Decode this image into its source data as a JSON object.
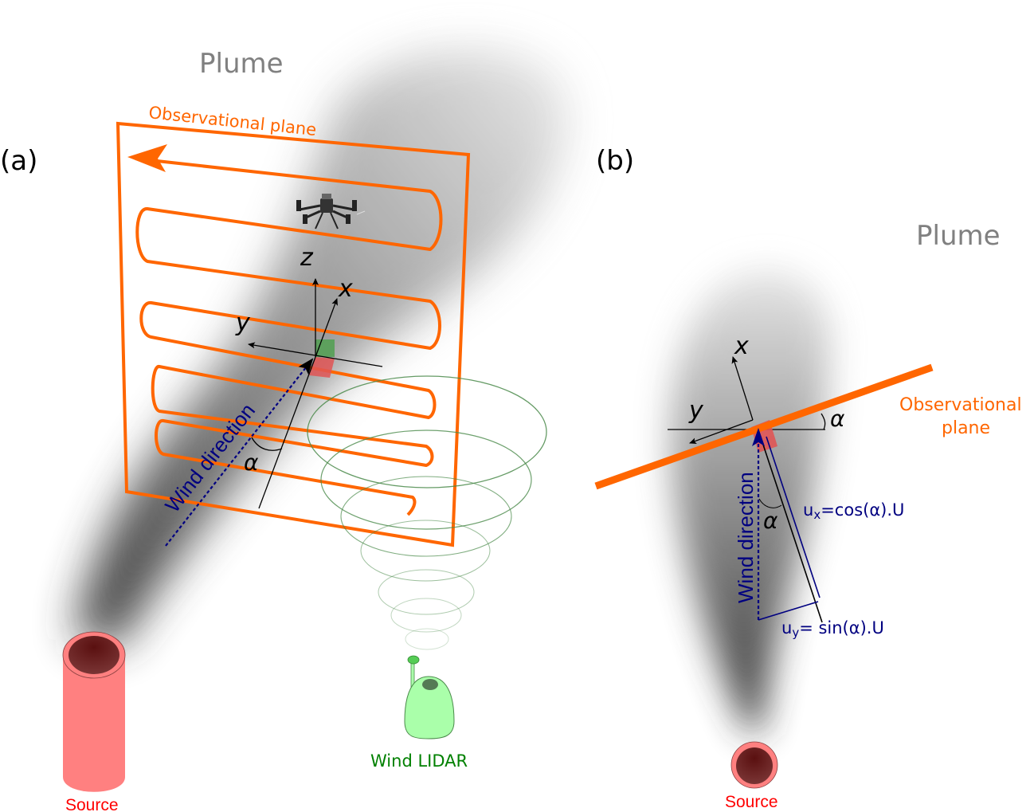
{
  "figure": {
    "panel_a": {
      "panel_label": "(a)",
      "plume_label": "Plume",
      "plane_label": "Observational plane",
      "axis_z": "z",
      "axis_x": "x",
      "axis_y": "y",
      "angle_label": "α",
      "wind_label": "Wind direction",
      "source_label": "Source",
      "lidar_label": "Wind LIDAR",
      "drone_icon": "drone-icon"
    },
    "panel_b": {
      "panel_label": "(b)",
      "plume_label": "Plume",
      "plane_label_line1": "Observational",
      "plane_label_line2": "plane",
      "axis_x": "x",
      "axis_y": "y",
      "angle_label_top": "α",
      "angle_label_bottom": "α",
      "wind_label": "Wind direction",
      "ux_label": "u",
      "ux_sub": "x",
      "ux_eq": "=cos(α).U",
      "uy_label": "u",
      "uy_sub": "y",
      "uy_eq": "= sin(α).U",
      "source_label": "Source"
    },
    "colors": {
      "orange": "#ff6600",
      "navy": "#000080",
      "source_red": "#ff0000",
      "lidar_green": "#008000",
      "plume_gray": "#808080",
      "pipe_pink": "#ff8080",
      "lidar_body": "#aaffaa",
      "cube_green": "#55a055",
      "cube_red": "#e05555"
    }
  }
}
